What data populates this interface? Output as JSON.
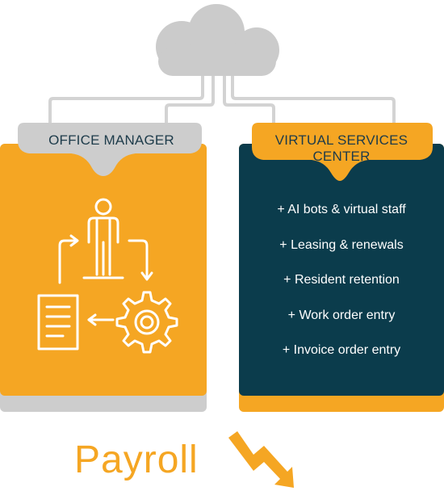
{
  "colors": {
    "orange": "#f5a623",
    "navy": "#0b3c4c",
    "grey": "#cdcdcd",
    "cloud": "#cbcbcb",
    "connector": "#d3d3d3",
    "white": "#ffffff"
  },
  "cloud": {
    "icon": "cloud-icon"
  },
  "office_manager": {
    "label": "OFFICE MANAGER",
    "illustration": {
      "icons": [
        "person-icon",
        "gear-icon",
        "document-icon",
        "cycle-arrows-icon"
      ]
    }
  },
  "virtual_services_center": {
    "label_line1": "VIRTUAL SERVICES",
    "label_line2": "CENTER",
    "services": [
      "+ AI bots & virtual staff",
      "+ Leasing & renewals",
      "+ Resident retention",
      "+ Work order entry",
      "+ Invoice order entry"
    ]
  },
  "payroll": {
    "label": "Payroll",
    "trend_icon": "trend-down-arrow-icon"
  }
}
